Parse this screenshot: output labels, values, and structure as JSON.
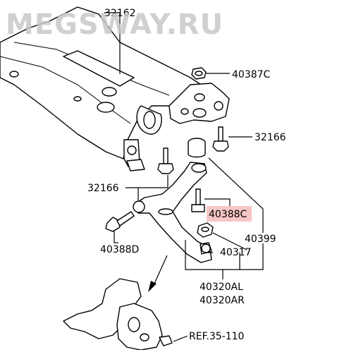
{
  "watermark": "MEGSWAY.RU",
  "highlight_color": "#f6c6c6",
  "callouts": {
    "c32162": "32162",
    "c40387c": "40387C",
    "c32166_right": "32166",
    "c32166_left": "32166",
    "c40388c": "40388C",
    "c40399": "40399",
    "c40388d": "40388D",
    "c40317": "40317",
    "c40320al": "40320AL",
    "c40320ar": "40320AR",
    "ref": "REF.35-110"
  }
}
